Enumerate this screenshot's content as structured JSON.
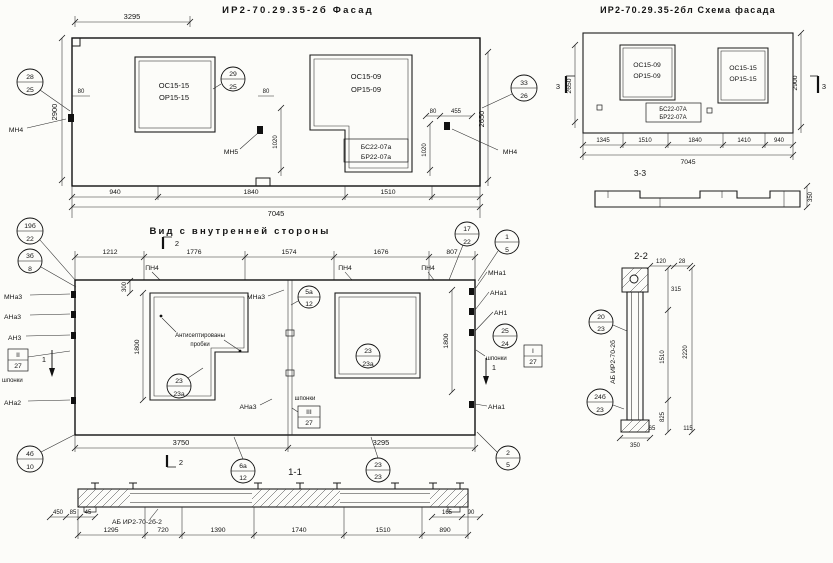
{
  "titles": {
    "facade": "ИР2-70.29.35-2б    Фасад",
    "scheme": "ИР2-70.29.35-2бл   Схема фасада",
    "inner": "Вид с внутренней стороны",
    "s11": "1-1",
    "s22": "2-2",
    "s33": "3-3"
  },
  "fa": {
    "d3295": "3295",
    "d2900": "2900",
    "d2650": "2650",
    "win_left": [
      "ОС15-15",
      "ОР15-15"
    ],
    "win_right": [
      "ОС15-09",
      "ОР15-09"
    ],
    "block": [
      "БС22-07а",
      "БР22-07а"
    ],
    "c28": [
      "28",
      "25"
    ],
    "c29": [
      "29",
      "25"
    ],
    "c33": [
      "33",
      "26"
    ],
    "mn4": "МН4",
    "mn5": "МН5",
    "d80": "80",
    "d455": "455",
    "d1020": "1020",
    "db": [
      "940",
      "1840",
      "1510"
    ],
    "d7045": "7045"
  },
  "sc": {
    "win_left": [
      "ОС15-09",
      "ОР15-09"
    ],
    "win_right": [
      "ОС15-15",
      "ОР15-15"
    ],
    "block": [
      "БС22-07А",
      "БР22-07А"
    ],
    "sec3": "3",
    "d2650": "2650",
    "d2900": "2900",
    "db": [
      "1345",
      "1510",
      "1840",
      "1410",
      "940"
    ],
    "d7045": "7045",
    "d350": "350"
  },
  "iv": {
    "dt": [
      "1212",
      "1776",
      "1574",
      "1676",
      "807"
    ],
    "pn4": "ПН4",
    "sec2": "2",
    "sec1": "1",
    "c19b": [
      "19б",
      "22"
    ],
    "c3b": [
      "3б",
      "8"
    ],
    "c17": [
      "17",
      "22"
    ],
    "c1": [
      "1",
      "5"
    ],
    "c5a": [
      "5а",
      "12"
    ],
    "c23a": [
      "23",
      "23а"
    ],
    "c25": [
      "25",
      "24"
    ],
    "c4b": [
      "4б",
      "10"
    ],
    "c6a": [
      "6а",
      "12"
    ],
    "c23": [
      "23",
      "23"
    ],
    "c2": [
      "2",
      "5"
    ],
    "cI": [
      "I",
      "27"
    ],
    "cII": [
      "II",
      "27"
    ],
    "cIII": [
      "III",
      "27"
    ],
    "left_labels": [
      "МНа3",
      "АНа3",
      "АН3",
      "АНа2"
    ],
    "right_labels": [
      "МНа1",
      "АНа1",
      "АН1",
      "АНа1"
    ],
    "shponki": "шпонки",
    "mna3_mid": "МНа3",
    "ana3_mid": "АНа3",
    "antiseptic": [
      "Антисептированы",
      "пробки"
    ],
    "d300": "300",
    "d1800": "1800",
    "db": [
      "3750",
      "3295"
    ]
  },
  "s11": {
    "small_left": [
      "450",
      "85",
      "45"
    ],
    "mark": "АБ ИР2-70-2б-2",
    "small_right": [
      "165",
      "90"
    ],
    "db": [
      "1295",
      "720",
      "1390",
      "1740",
      "1510",
      "890"
    ]
  },
  "s22": {
    "d120": "120",
    "d28": "28",
    "d315": "315",
    "d1510": "1510",
    "d825": "825",
    "d2220": "2220",
    "d65": "65",
    "d115": "115",
    "d350": "350",
    "mark": "АБ ИР2-70-2б",
    "c20": [
      "20",
      "23"
    ],
    "c24b": [
      "24б",
      "23"
    ]
  }
}
